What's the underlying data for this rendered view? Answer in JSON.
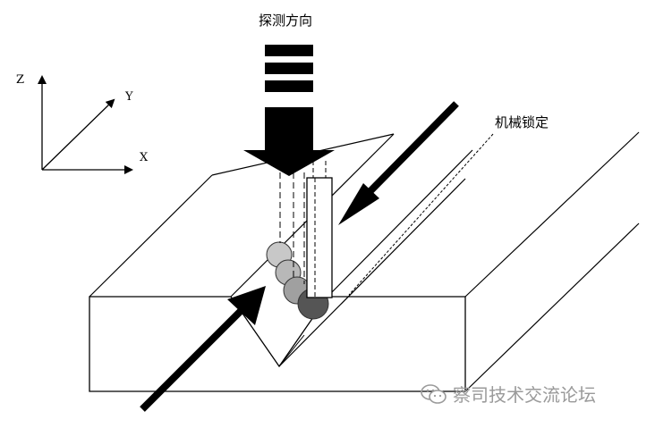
{
  "labels": {
    "detection_direction": "探测方向",
    "mechanical_lock": "机械锁定"
  },
  "axes": {
    "z": "Z",
    "y": "Y",
    "x": "X"
  },
  "watermark": {
    "text": "察司技术交流论坛",
    "icon": "wechat-icon"
  },
  "colors": {
    "line": "#000000",
    "weld_light": "#c8c8c8",
    "weld_mid": "#a8a8a8",
    "weld_dark": "#555555",
    "watermark": "#9a9a9a"
  }
}
